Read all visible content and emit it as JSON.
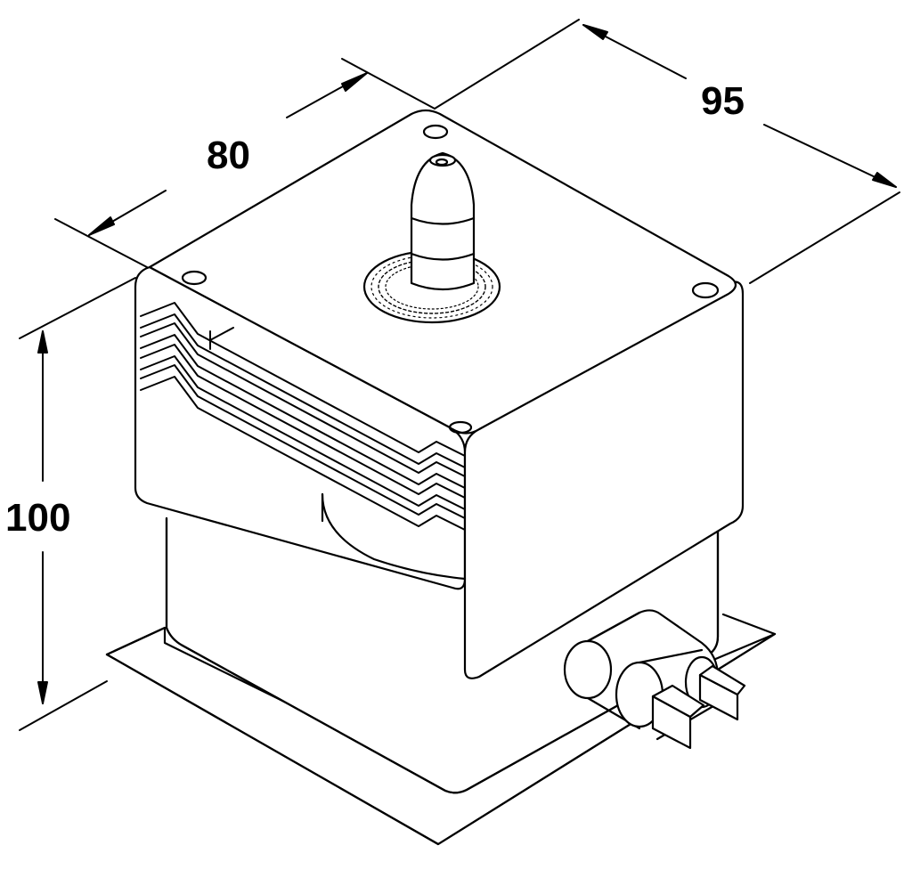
{
  "dimensions": {
    "width": "80",
    "depth": "95",
    "height": "100"
  },
  "colors": {
    "stroke": "#000000",
    "background": "#ffffff"
  }
}
